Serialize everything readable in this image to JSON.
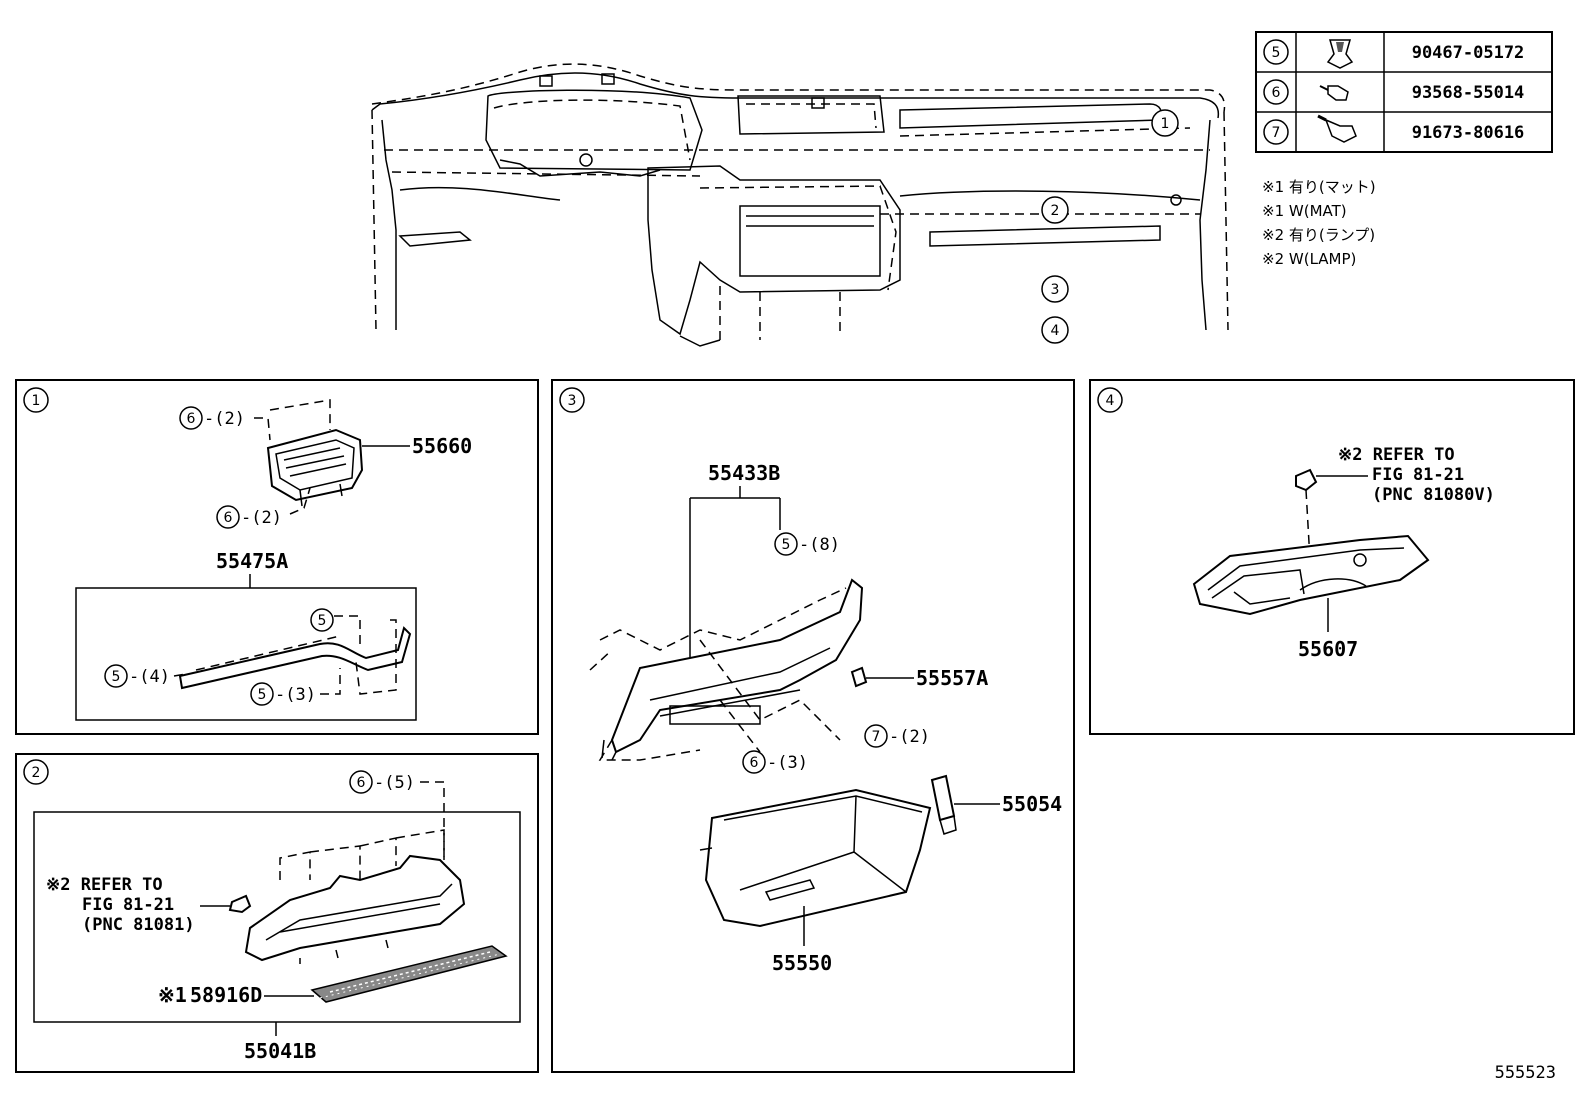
{
  "legend": {
    "rows": [
      {
        "ref": "5",
        "part_no": "90467-05172",
        "icon": "clip-icon"
      },
      {
        "ref": "6",
        "part_no": "93568-55014",
        "icon": "screw-icon"
      },
      {
        "ref": "7",
        "part_no": "91673-80616",
        "icon": "bolt-icon"
      }
    ]
  },
  "notes": [
    "※1 有り(マット)",
    "※1 W(MAT)",
    "※2 有り(ランプ)",
    "※2 W(LAMP)"
  ],
  "overview": {
    "callouts": [
      "1",
      "2",
      "3",
      "4"
    ]
  },
  "panel1": {
    "index": "1",
    "p55660": "55660",
    "p55475a": "55475A",
    "c6a": "6",
    "q6a": "-(2)",
    "c6b": "6",
    "q6b": "-(2)",
    "c5a": "5",
    "c5b": "5",
    "q5b": "-(4)",
    "c5c": "5",
    "q5c": "-(3)"
  },
  "panel2": {
    "index": "2",
    "c6": "6",
    "q6": "-(5)",
    "refer1": "※2 REFER TO",
    "refer2": "FIG 81-21",
    "refer3": "(PNC 81081)",
    "mark1": "※1",
    "p58916d": "58916D",
    "p55041b": "55041B"
  },
  "panel3": {
    "index": "3",
    "p55433b": "55433B",
    "c5": "5",
    "q5": "-(8)",
    "p55557a": "55557A",
    "c7": "7",
    "q7": "-(2)",
    "c6": "6",
    "q6": "-(3)",
    "p55054": "55054",
    "p55550": "55550"
  },
  "panel4": {
    "index": "4",
    "refer1": "※2 REFER TO",
    "refer2": "FIG 81-21",
    "refer3": "(PNC 81080V)",
    "p55607": "55607"
  },
  "diagram_id": "555523"
}
